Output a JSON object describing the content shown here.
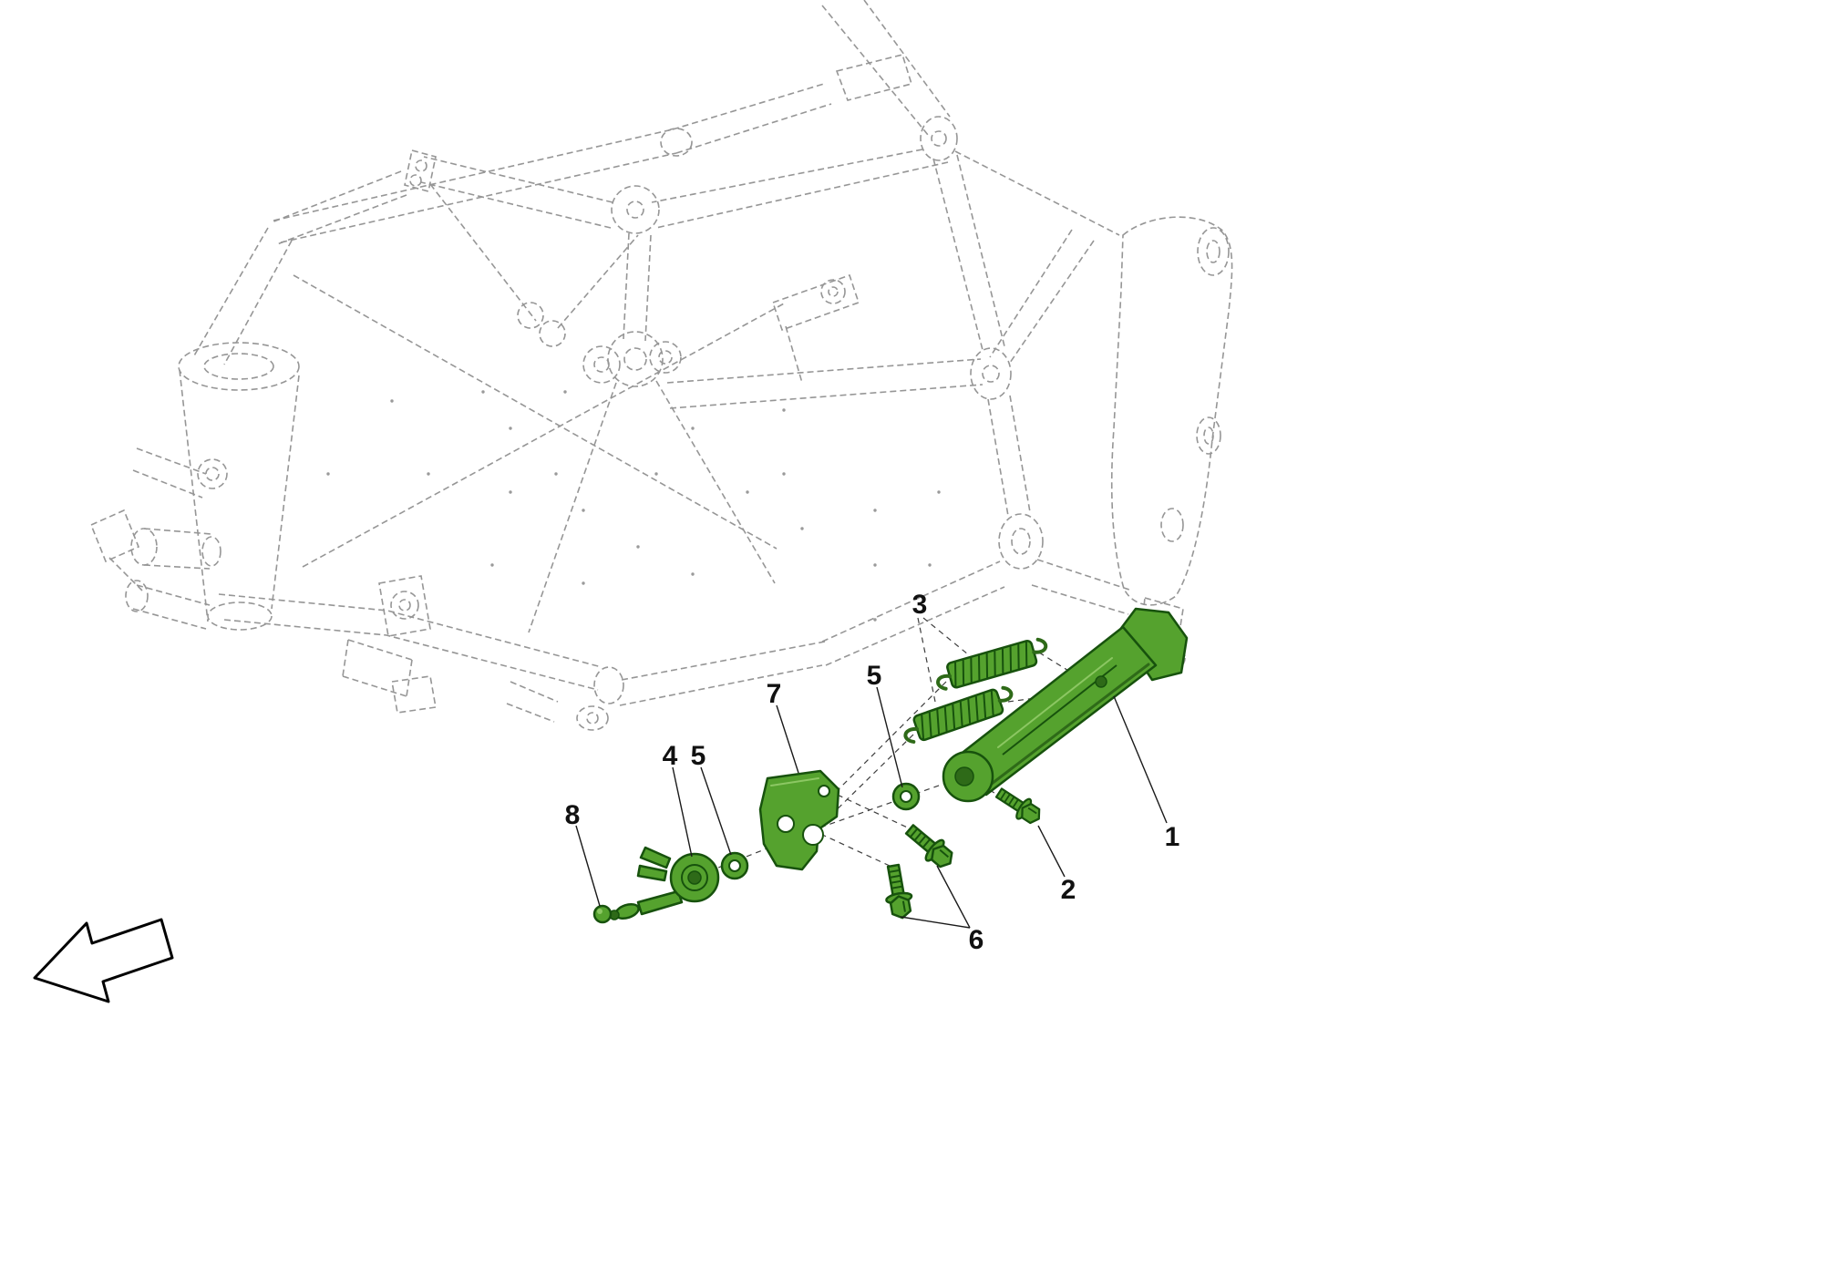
{
  "diagram": {
    "colors": {
      "highlight_green": "#55a22e",
      "outline_green": "#17520d",
      "frame_gray": "#969696",
      "label_black": "#111111"
    },
    "callouts": [
      {
        "number": "1"
      },
      {
        "number": "2"
      },
      {
        "number": "3"
      },
      {
        "number": "4"
      },
      {
        "number": "5"
      },
      {
        "number": "5"
      },
      {
        "number": "6"
      },
      {
        "number": "7"
      },
      {
        "number": "8"
      }
    ]
  }
}
